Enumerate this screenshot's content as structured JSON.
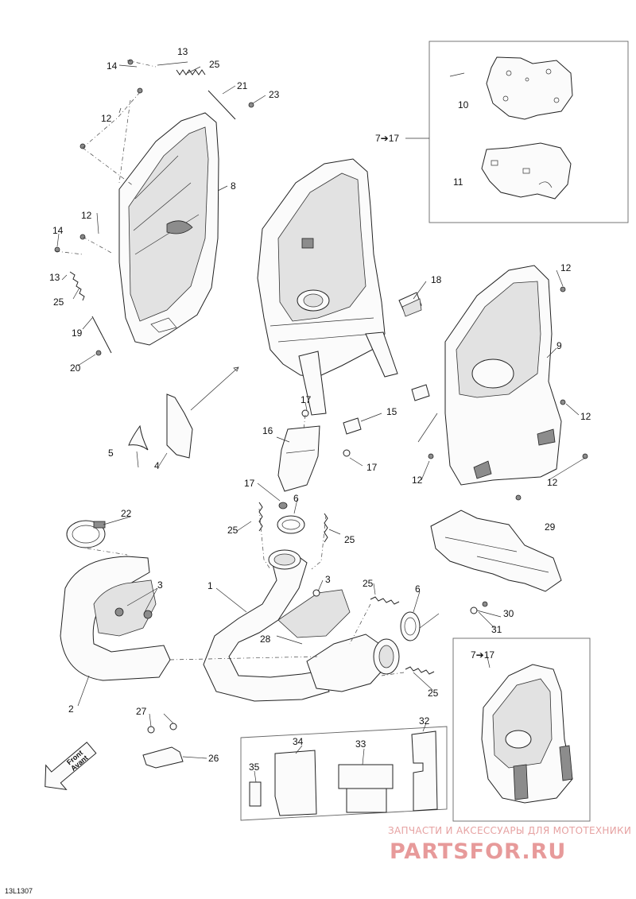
{
  "diagram_code": "13L1307",
  "watermark": {
    "caption": "ЗАПЧАСТИ И АКСЕССУАРЫ ДЛЯ МОТОТЕХНИКИ",
    "logo": "PARTSFOR.RU"
  },
  "front_arrow": {
    "line1": "Front",
    "line2": "Avant"
  },
  "callouts": [
    "14",
    "13",
    "25",
    "21",
    "23",
    "12",
    "8",
    "7➔17",
    "10",
    "11",
    "12",
    "14",
    "13",
    "25",
    "19",
    "20",
    "18",
    "12",
    "9",
    "12",
    "17",
    "15",
    "5",
    "4",
    "16",
    "17",
    "12",
    "12",
    "17",
    "6",
    "25",
    "25",
    "22",
    "29",
    "3",
    "1",
    "3",
    "25",
    "6",
    "28",
    "30",
    "31",
    "2",
    "25",
    "7➔17",
    "27",
    "26",
    "34",
    "33",
    "32",
    "35"
  ]
}
